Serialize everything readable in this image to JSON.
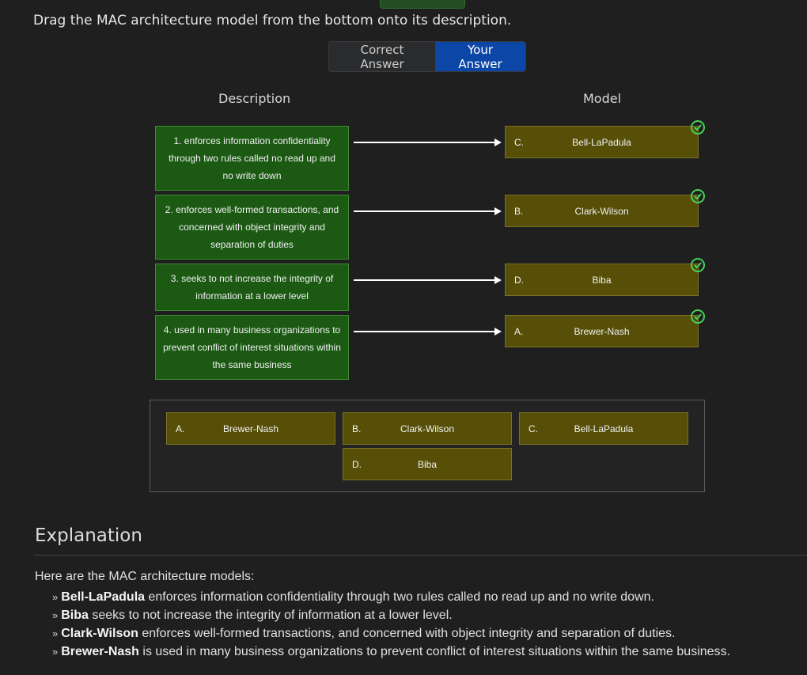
{
  "instruction": "Drag the MAC architecture model from the bottom onto its description.",
  "toggle": {
    "correct_label": "Correct Answer",
    "your_label": "Your Answer"
  },
  "columns": {
    "description": "Description",
    "model": "Model"
  },
  "descriptions": [
    "1.   enforces information confidentiality through two rules called no read up and no write down",
    "2. enforces well-formed transactions, and concerned with object integrity and separation of duties",
    "3.   seeks to not increase the integrity of information at a lower level",
    "4. used in many business organizations to prevent conflict of interest situations within the same business"
  ],
  "placed_models": [
    {
      "letter": "C.",
      "name": "Bell-LaPadula",
      "status": "correct"
    },
    {
      "letter": "B.",
      "name": "Clark-Wilson",
      "status": "correct"
    },
    {
      "letter": "D.",
      "name": "Biba",
      "status": "correct"
    },
    {
      "letter": "A.",
      "name": "Brewer-Nash",
      "status": "correct"
    }
  ],
  "bank": [
    {
      "letter": "A.",
      "name": "Brewer-Nash"
    },
    {
      "letter": "B.",
      "name": "Clark-Wilson"
    },
    {
      "letter": "C.",
      "name": "Bell-LaPadula"
    },
    {
      "letter": "D.",
      "name": "Biba"
    }
  ],
  "explanation": {
    "title": "Explanation",
    "intro": "Here are the MAC architecture models:",
    "items": [
      {
        "term": "Bell-LaPadula",
        "text": " enforces information confidentiality through two rules called no read up and no write down."
      },
      {
        "term": "Biba",
        "text": " seeks to not increase the integrity of information at a lower level."
      },
      {
        "term": "Clark-Wilson",
        "text": " enforces well-formed transactions, and concerned with object integrity and separation of duties."
      },
      {
        "term": "Brewer-Nash",
        "text": " is used in many business organizations to prevent conflict of interest situations within the same business."
      }
    ],
    "bullet": "»"
  },
  "colors": {
    "accent": "#0c47a8",
    "correct": "#46d05a",
    "desc_bg": "#1c5a14",
    "model_bg": "#574f08"
  }
}
